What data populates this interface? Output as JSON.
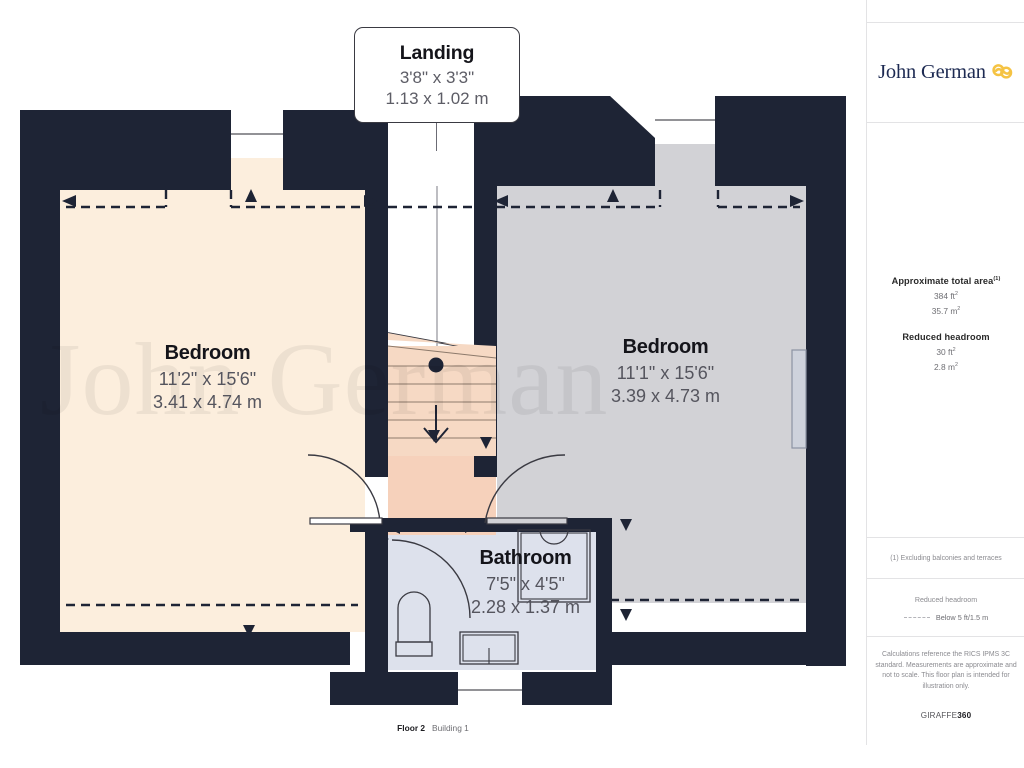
{
  "document": {
    "type": "floor-plan",
    "footer_floor": "Floor 2",
    "footer_building": "Building 1"
  },
  "watermark": {
    "text": "John German"
  },
  "brand": {
    "name": "John German",
    "logo_icon": "john-german-knot-logo",
    "text_color": "#1d2a52",
    "mark_color": "#f5c343"
  },
  "callout": {
    "name": "Landing",
    "dim_imperial": "3'8\" x 3'3\"",
    "dim_metric": "1.13 x 1.02 m"
  },
  "rooms": [
    {
      "name": "Bedroom",
      "dim_imperial": "11'2\" x 15'6\"",
      "dim_metric": "3.41 x 4.74 m",
      "fill": "#fceedd"
    },
    {
      "name": "Bedroom",
      "dim_imperial": "11'1\" x 15'6\"",
      "dim_metric": "3.39 x 4.73 m",
      "fill": "#d2d2d6"
    },
    {
      "name": "Bathroom",
      "dim_imperial": "7'5\" x 4'5\"",
      "dim_metric": "2.28 x 1.37 m",
      "fill": "#dde1ec"
    }
  ],
  "sidebar": {
    "area": {
      "heading": "Approximate total area",
      "heading_sup": "(1)",
      "value_ft": "384 ft",
      "value_ft_sup": "2",
      "value_m": "35.7 m",
      "value_m_sup": "2"
    },
    "headroom": {
      "heading": "Reduced headroom",
      "value_ft": "30 ft",
      "value_ft_sup": "2",
      "value_m": "2.8 m",
      "value_m_sup": "2"
    },
    "footnote": "(1) Excluding balconies and terraces",
    "legend": {
      "title": "Reduced headroom",
      "dash_label": "Below 5 ft/1.5 m"
    },
    "disclaimer": "Calculations reference the RICS IPMS 3C standard. Measurements are approximate and not to scale. This floor plan is intended for illustration only.",
    "provider_prefix": "GIRAFFE",
    "provider_suffix": "360"
  },
  "colors": {
    "wall": "#1e2435",
    "bedroom_left": "#fceedd",
    "bedroom_right": "#d2d2d6",
    "bathroom": "#dde1ec",
    "stairs": "#f6d9c4",
    "landing": "#f6d1bb",
    "window": "#ffffff"
  }
}
